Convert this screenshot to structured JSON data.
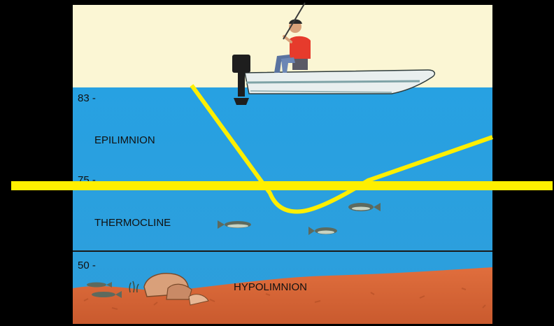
{
  "colors": {
    "background": "#000000",
    "sky": "#fbf6d4",
    "water": "#2aa3e2",
    "bottom": "#d9683a",
    "indicator_line": "#ffef00"
  },
  "depth_markers": [
    {
      "label": "83 -"
    },
    {
      "label": "75 -"
    },
    {
      "label": "50 -"
    }
  ],
  "layers": [
    {
      "name": "EPILIMNION"
    },
    {
      "name": "THERMOCLINE"
    },
    {
      "name": "HYPOLIMNION"
    }
  ],
  "icons": [
    "boat-icon",
    "angler-icon",
    "fish-icon",
    "rock-icon"
  ]
}
